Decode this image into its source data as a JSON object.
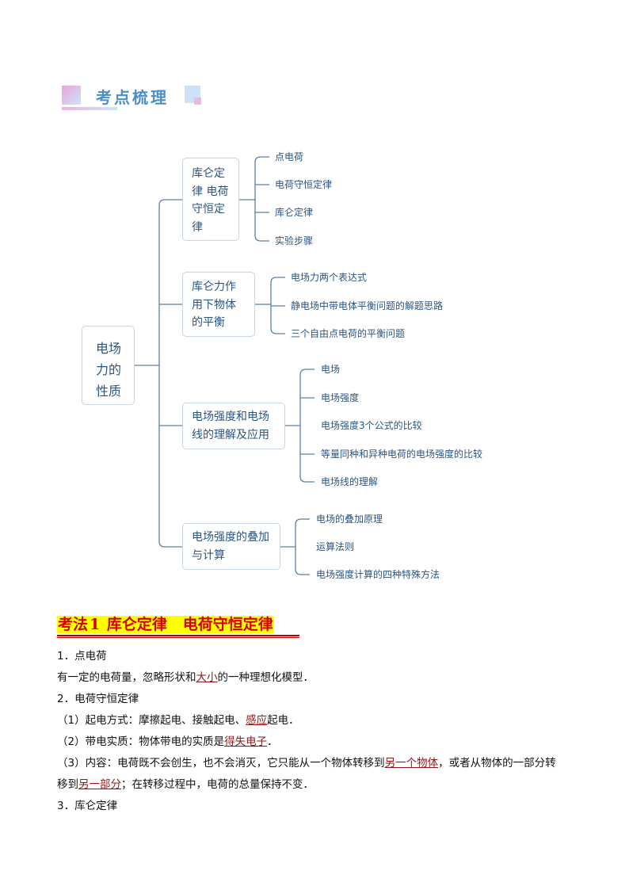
{
  "section_badge": {
    "title": "考点梳理"
  },
  "mindmap": {
    "root": {
      "label_lines": [
        "电场",
        "力的",
        "性质"
      ]
    },
    "branches": [
      {
        "label_lines": [
          "库仑定",
          "律 电荷",
          "守恒定",
          "律"
        ],
        "leaves": [
          "点电荷",
          "电荷守恒定律",
          "库仑定律",
          "实验步骤"
        ]
      },
      {
        "label_lines": [
          "库仑力作",
          "用下物体",
          "的平衡"
        ],
        "leaves": [
          "电场力两个表达式",
          "静电场中带电体平衡问题的解题思路",
          "三个自由点电荷的平衡问题"
        ]
      },
      {
        "label_lines": [
          "电场强度和电场",
          "线的理解及应用"
        ],
        "leaves": [
          "电场",
          "电场强度",
          "电场强度3个公式的比较",
          "等量同种和异种电荷的电场强度的比较",
          "电场线的理解"
        ]
      },
      {
        "label_lines": [
          "电场强度的叠加",
          "与计算"
        ],
        "leaves": [
          "电场的叠加原理",
          "运算法则",
          "电场强度计算的四种特殊方法"
        ]
      }
    ],
    "colors": {
      "line": "#5b7fa6",
      "node_border": "#c6d6e4",
      "text": "#2b5580"
    }
  },
  "article": {
    "heading": {
      "prefix": "考法",
      "number": "1",
      "title": " 库仑定律   电荷守恒定律"
    },
    "lines": {
      "l1": "1．点电荷",
      "l2": {
        "before": "有一定的电荷量，忽略形状和",
        "u1": "大小",
        "after": "的一种理想化模型．"
      },
      "l3": "2．电荷守恒定律",
      "l4": {
        "before": "（1）起电方式：摩擦起电、接触起电、",
        "u1": "感应",
        "after": "起电．"
      },
      "l5": {
        "before": "（2）带电实质：物体带电的实质是",
        "u1": "得失电子",
        "after": "．"
      },
      "l6": {
        "before": "（3）内容：电荷既不会创生，也不会消灭，它只能从一个物体转移到",
        "u1": "另一个物体",
        "after": "，或者从物体的一部分转"
      },
      "l7": {
        "before": "移到",
        "u1": "另一部分",
        "after": "；在转移过程中，电荷的总量保持不变．"
      },
      "l8": "3．库仑定律"
    },
    "colors": {
      "highlight_bg": "#ffff00",
      "heading_text": "#d40000",
      "underline_text": "#8b1a1a"
    }
  }
}
